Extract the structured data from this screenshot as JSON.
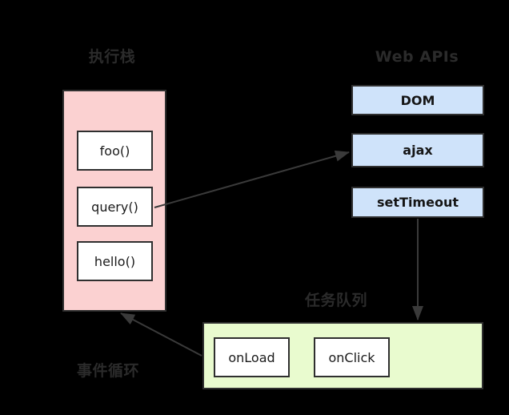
{
  "diagram": {
    "title_captions": {
      "call_stack": "执行栈",
      "web_apis": "Web APIs",
      "task_queue": "任务队列",
      "event_loop": "事件循环"
    },
    "colors": {
      "background": "#000000",
      "call_stack_fill": "#fbd1d1",
      "web_api_fill": "#cfe3fa",
      "task_queue_fill": "#e9fbcf",
      "frame_fill": "#ffffff",
      "stroke": "#2f2f2f",
      "caption_text": "#2b2b2b"
    },
    "call_stack": {
      "frames": [
        {
          "label": "foo()"
        },
        {
          "label": "query()"
        },
        {
          "label": "hello()"
        }
      ]
    },
    "web_apis": {
      "items": [
        {
          "label": "DOM"
        },
        {
          "label": "ajax"
        },
        {
          "label": "setTimeout"
        }
      ]
    },
    "task_queue": {
      "items": [
        {
          "label": "onLoad"
        },
        {
          "label": "onClick"
        }
      ]
    },
    "arrows": [
      {
        "name": "query-to-ajax",
        "from": "query()",
        "to": "ajax"
      },
      {
        "name": "settimeout-to-task-queue",
        "from": "setTimeout",
        "to": "task queue"
      },
      {
        "name": "task-queue-to-call-stack",
        "from": "task queue",
        "to": "call stack"
      }
    ]
  }
}
